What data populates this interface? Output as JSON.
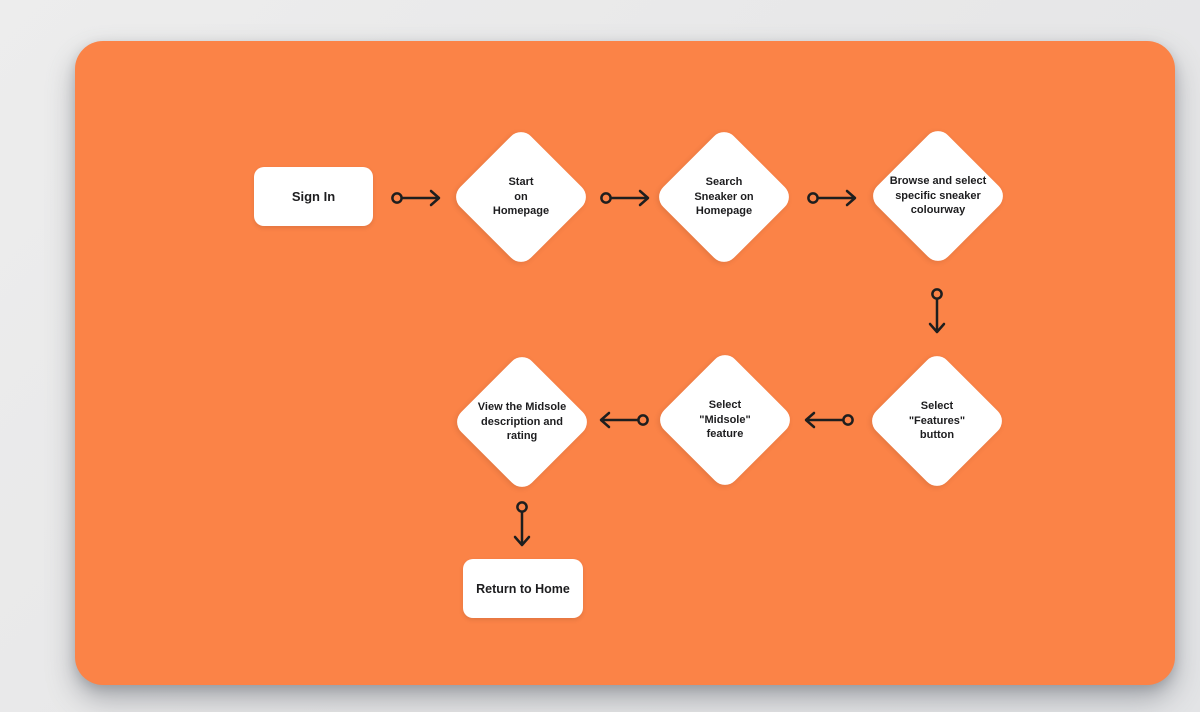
{
  "app": {
    "background_color": "#e9e9e9"
  },
  "board": {
    "color": "#fb8347"
  },
  "flowchart": {
    "colors": {
      "node_fill": "#ffffff",
      "node_text": "#1d1d1f",
      "connector": "#1e1e1e"
    },
    "nodes": [
      {
        "id": "sign-in",
        "shape": "rectangle",
        "label": "Sign In"
      },
      {
        "id": "start-on-homepage",
        "shape": "diamond",
        "label": "Start\non\nHomepage"
      },
      {
        "id": "search-sneaker-on-homepage",
        "shape": "diamond",
        "label": "Search\nSneaker on\nHomepage"
      },
      {
        "id": "browse-and-select-colourway",
        "shape": "diamond",
        "label": "Browse and select\nspecific sneaker\ncolourway"
      },
      {
        "id": "select-features-button",
        "shape": "diamond",
        "label": "Select\n\"Features\"\nbutton"
      },
      {
        "id": "select-midsole-feature",
        "shape": "diamond",
        "label": "Select\n\"Midsole\"\nfeature"
      },
      {
        "id": "view-midsole-description",
        "shape": "diamond",
        "label": "View the Midsole\ndescription and\nrating"
      },
      {
        "id": "return-to-home",
        "shape": "rectangle",
        "label": "Return to Home"
      }
    ],
    "connectors": [
      {
        "from": "sign-in",
        "to": "start-on-homepage",
        "direction": "right"
      },
      {
        "from": "start-on-homepage",
        "to": "search-sneaker-on-homepage",
        "direction": "right"
      },
      {
        "from": "search-sneaker-on-homepage",
        "to": "browse-and-select-colourway",
        "direction": "right"
      },
      {
        "from": "browse-and-select-colourway",
        "to": "select-features-button",
        "direction": "down"
      },
      {
        "from": "select-features-button",
        "to": "select-midsole-feature",
        "direction": "left"
      },
      {
        "from": "select-midsole-feature",
        "to": "view-midsole-description",
        "direction": "left"
      },
      {
        "from": "view-midsole-description",
        "to": "return-to-home",
        "direction": "down"
      }
    ]
  }
}
